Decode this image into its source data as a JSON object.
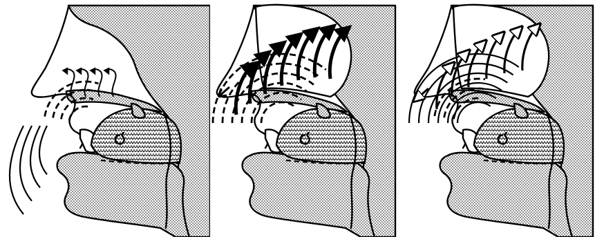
{
  "figure": {
    "ink_color": "#000000",
    "paper_color": "#ffffff",
    "tissue_fill": "stipple-dots",
    "tongue_fill": "scale-pattern",
    "panels": [
      {
        "name": "panel-sound-entering",
        "arrow_style": "small-curled-arrows",
        "arrow_count": 4,
        "sound_waves": 4,
        "nasal_cavity_outlined": false
      },
      {
        "name": "panel-resonance-nasal",
        "arrow_style": "large-filled-curved-arrows",
        "arrow_count": 7,
        "sound_waves": 0,
        "nasal_cavity_outlined": true
      },
      {
        "name": "panel-resonance-reduced",
        "arrow_style": "outlined-curved-arrows",
        "arrow_count": 6,
        "sound_waves": 0,
        "nasal_cavity_outlined": true
      }
    ]
  }
}
